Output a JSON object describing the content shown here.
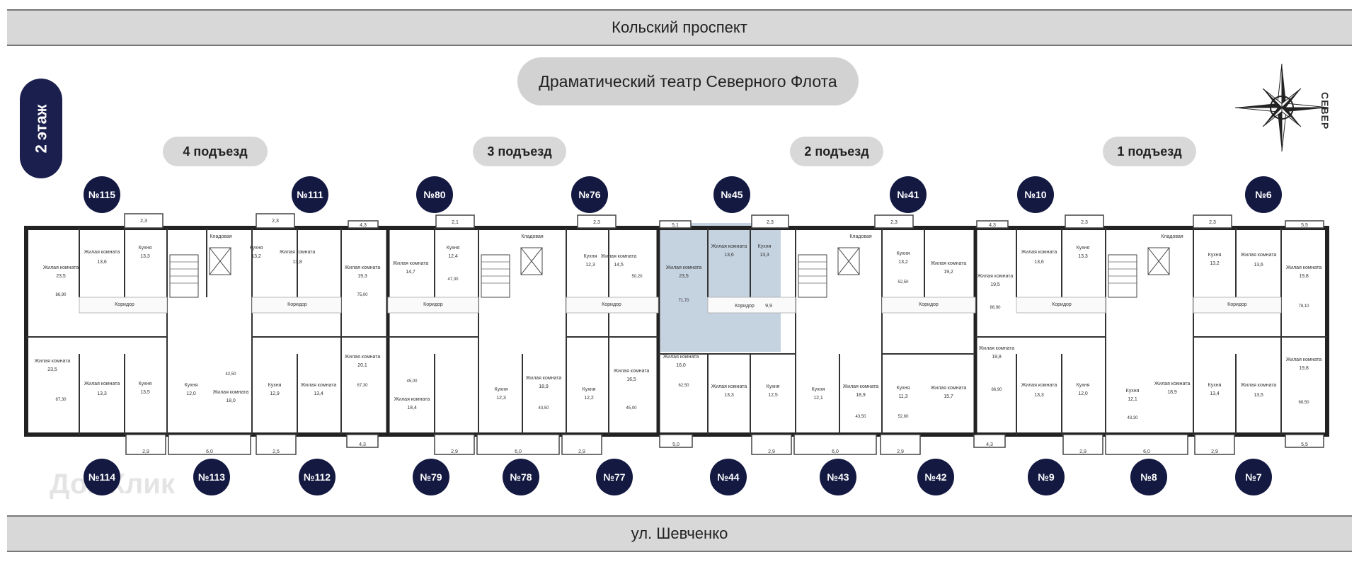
{
  "streets": {
    "top": "Кольский проспект",
    "bottom": "ул. Шевченко"
  },
  "landmark": "Драматический театр Северного Флота",
  "floor": "2 этаж",
  "compass_label": "СЕВЕР",
  "watermark": "ДомКлик",
  "entrances": [
    "4 подъезд",
    "3 подъезд",
    "2 подъезд",
    "1 подъезд"
  ],
  "apartments_top": [
    "№115",
    "№111",
    "№80",
    "№76",
    "№45",
    "№41",
    "№10",
    "№6"
  ],
  "apartments_bottom": [
    "№114",
    "№113",
    "№112",
    "№79",
    "№78",
    "№77",
    "№44",
    "№43",
    "№42",
    "№9",
    "№8",
    "№7"
  ],
  "room_labels": {
    "living": "Жилая комната",
    "kitchen": "Кухня",
    "corridor": "Коридор",
    "storage": "Кладовая"
  },
  "areas": {
    "a115_room": "23,5",
    "a115_room2": "13,6",
    "a115_kitchen": "13,3",
    "a115_total": "86,90",
    "a111_kitchen": "13,2",
    "a111_room": "13,8",
    "a111_room2": "19,3",
    "a111_total": "75,00",
    "a80_room": "14,7",
    "a80_kitchen": "12,4",
    "a80_total": "47,30",
    "a76_kitchen": "12,3",
    "a76_room": "14,5",
    "a76_total": "50,20",
    "a45_room": "23,5",
    "a45_room2": "13,6",
    "a45_kitchen": "13,3",
    "a45_corr": "9,9",
    "a45_total": "71,70",
    "a41_kitchen": "13,2",
    "a41_room": "19,2",
    "a41_total": "52,50",
    "a10_room": "19,5",
    "a10_total": "86,90",
    "a10_room2": "13,6",
    "a10_kitchen": "13,3",
    "a6_kitchen": "13,2",
    "a6_room": "13,6",
    "a6_room2": "19,8",
    "a6_total": "78,10",
    "a114_room": "23,5",
    "a114_total": "87,30",
    "a114_room2": "13,3",
    "a114_kitchen": "13,5",
    "a113_kitchen": "12,0",
    "a113_room": "18,0",
    "a113_total": "42,50",
    "a112_kitchen": "12,9",
    "a112_room": "13,4",
    "a112_room2": "20,1",
    "a112_total": "67,30",
    "a79_room": "18,4",
    "a79_total": "45,00",
    "a78_kitchen": "12,3",
    "a78_room": "18,9",
    "a78_total": "43,50",
    "a77_kitchen": "12,2",
    "a77_room": "16,5",
    "a77_total": "45,00",
    "a44_room": "16,0",
    "a44_total": "62,50",
    "a44_room2": "13,3",
    "a44_kitchen": "12,5",
    "a43_kitchen": "12,1",
    "a43_room": "18,9",
    "a43_total": "43,50",
    "a42_kitchen": "11,3",
    "a42_room": "15,7",
    "a42_total": "52,60",
    "a9_room": "19,8",
    "a9_total": "86,90",
    "a9_room2": "13,3",
    "a9_kitchen": "12,0",
    "a8_kitchen": "12,1",
    "a8_room": "18,9",
    "a8_total": "43,30",
    "a7_kitchen": "13,4",
    "a7_room": "13,5",
    "a7_room2": "19,8",
    "a7_total": "68,50"
  },
  "balconies": {
    "top": [
      "2,3",
      "2,3",
      "4,3",
      "2,1",
      "2,3",
      "5,1",
      "2,3",
      "2,3",
      "4,3",
      "2,3",
      "2,3",
      "5,5"
    ],
    "bottom": [
      "2,9",
      "6,0",
      "2,5",
      "4,3",
      "2,9",
      "6,0",
      "2,9",
      "5,0",
      "2,9",
      "6,0",
      "2,9",
      "4,3",
      "2,9",
      "6,0",
      "2,9",
      "5,5"
    ]
  },
  "colors": {
    "navy": "#141942",
    "highlight": "#c5d3e1",
    "wall": "#222222",
    "pill": "#d8d8d8"
  }
}
